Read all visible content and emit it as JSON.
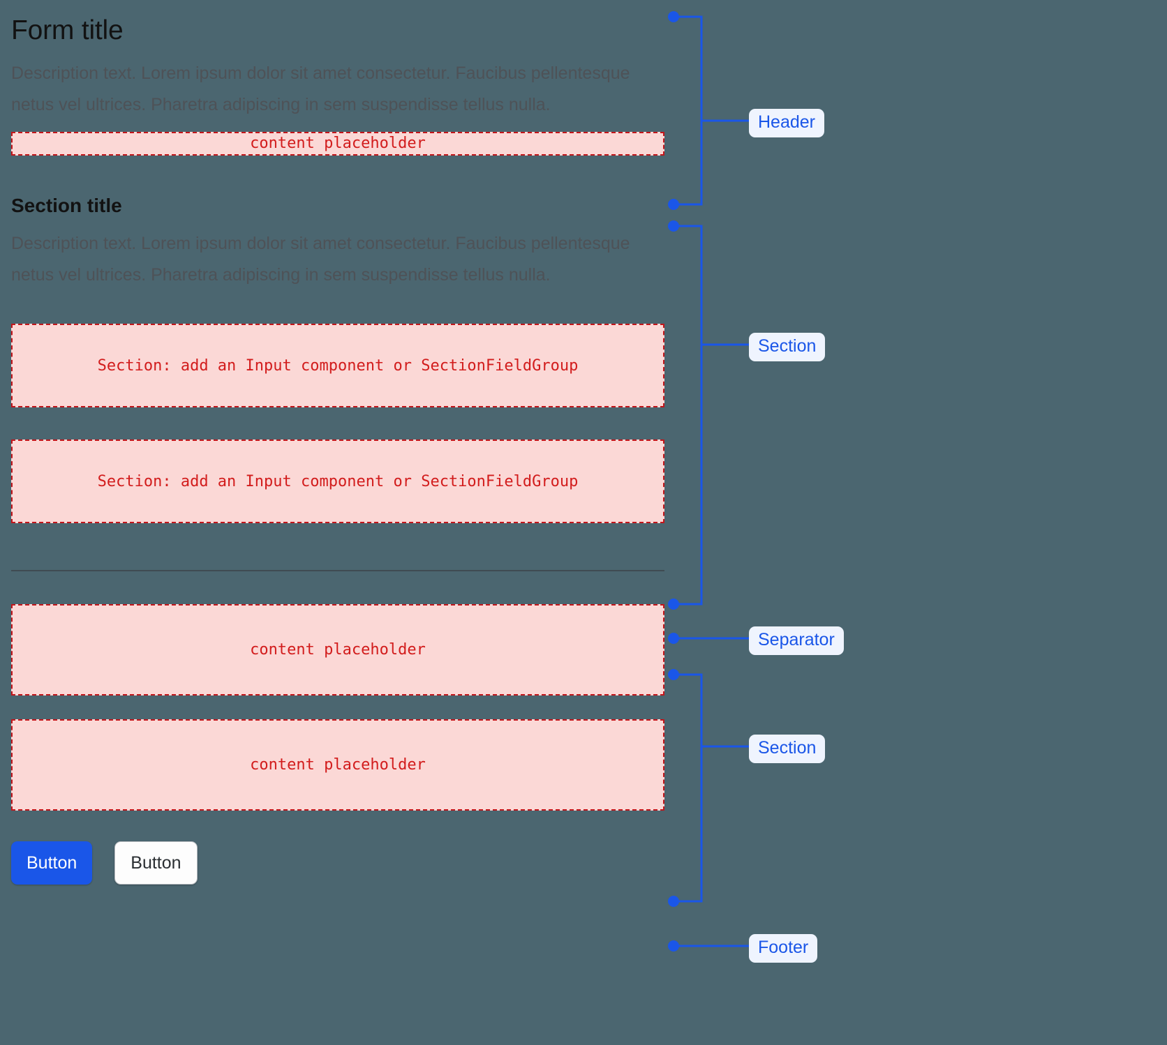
{
  "page": {
    "background_color": "#4b6670",
    "accent_color": "#1a56e8",
    "placeholder_color": "#d21c1c",
    "placeholder_bg": "#fbd8d6"
  },
  "header": {
    "title": "Form title",
    "description": "Description text. Lorem ipsum dolor sit amet consectetur. Faucibus pellentesque netus vel ultrices. Pharetra adipiscing in sem suspendisse tellus nulla.",
    "placeholder": "content placeholder"
  },
  "section_one": {
    "title": "Section title",
    "description": "Description text. Lorem ipsum dolor sit amet consectetur. Faucibus pellentesque netus vel ultrices. Pharetra adipiscing in sem suspendisse tellus nulla.",
    "fields": [
      {
        "placeholder": "Section: add an Input component or SectionFieldGroup"
      },
      {
        "placeholder": "Section: add an Input component or SectionFieldGroup"
      }
    ]
  },
  "section_two": {
    "fields": [
      {
        "placeholder": "content placeholder"
      },
      {
        "placeholder": "content placeholder"
      }
    ]
  },
  "footer": {
    "buttons": [
      {
        "label": "Button",
        "variant": "primary"
      },
      {
        "label": "Button",
        "variant": "secondary"
      }
    ]
  },
  "annotations": [
    {
      "label": "Header",
      "type": "bracket"
    },
    {
      "label": "Section",
      "type": "bracket"
    },
    {
      "label": "Separator",
      "type": "point"
    },
    {
      "label": "Section",
      "type": "bracket"
    },
    {
      "label": "Footer",
      "type": "point"
    }
  ]
}
